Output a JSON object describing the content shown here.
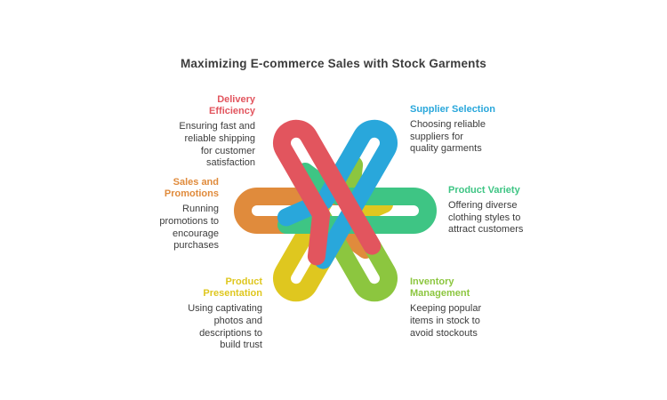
{
  "title": "Maximizing E-commerce Sales with Stock Garments",
  "items": [
    {
      "id": "delivery-efficiency",
      "heading": "Delivery\nEfficiency",
      "description": "Ensuring fast and\nreliable shipping\nfor customer\nsatisfaction",
      "color": "#E2555E"
    },
    {
      "id": "supplier-selection",
      "heading": "Supplier Selection",
      "description": "Choosing reliable\nsuppliers for\nquality garments",
      "color": "#29A7DB"
    },
    {
      "id": "sales-and-promotions",
      "heading": "Sales and\nPromotions",
      "description": "Running\npromotions to\nencourage\npurchases",
      "color": "#E08B3C"
    },
    {
      "id": "product-variety",
      "heading": "Product Variety",
      "description": "Offering diverse\nclothing styles to\nattract customers",
      "color": "#3EC584"
    },
    {
      "id": "product-presentation",
      "heading": "Product\nPresentation",
      "description": "Using captivating\nphotos and\ndescriptions to\nbuild trust",
      "color": "#DFC71F"
    },
    {
      "id": "inventory-management",
      "heading": "Inventory\nManagement",
      "description": "Keeping popular\nitems in stock to\navoid stockouts",
      "color": "#8CC63F"
    }
  ]
}
